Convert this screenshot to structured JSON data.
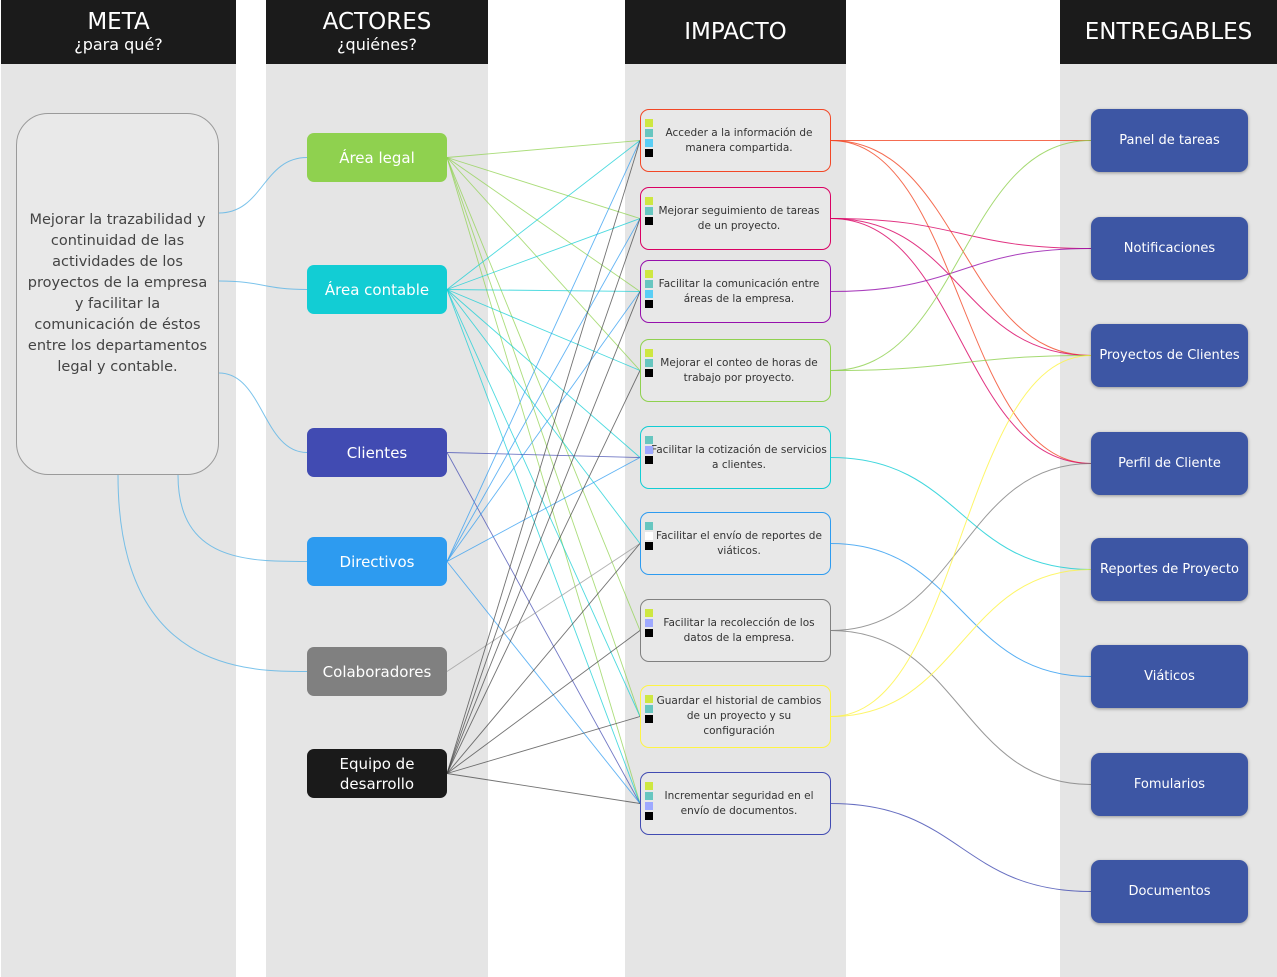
{
  "columns": {
    "meta": {
      "title": "META",
      "subtitle": "¿para qué?"
    },
    "actores": {
      "title": "ACTORES",
      "subtitle": "¿quiénes?"
    },
    "impacto": {
      "title": "IMPACTO"
    },
    "entregables": {
      "title": "ENTREGABLES"
    }
  },
  "goal": {
    "text": "Mejorar la trazabilidad y continuidad de las actividades de los proyectos de la empresa y facilitar la comunicación de éstos entre los departamentos legal y contable."
  },
  "actors": [
    {
      "id": "legal",
      "label": "Área legal",
      "color": "#8fd14f"
    },
    {
      "id": "contable",
      "label": "Área contable",
      "color": "#12cdd4"
    },
    {
      "id": "clientes",
      "label": "Clientes",
      "color": "#414bb2"
    },
    {
      "id": "directivos",
      "label": "Directivos",
      "color": "#2d9bf0"
    },
    {
      "id": "colaboradores",
      "label": "Colaboradores",
      "color": "#808080"
    },
    {
      "id": "equipo",
      "label": "Equipo de desarrollo",
      "color": "#1a1a1a"
    }
  ],
  "impacts": [
    {
      "text": "Acceder a la información de manera compartida.",
      "border": "#f24726",
      "marks": [
        "#cee741",
        "#67c6c0",
        "#5acef5",
        "#000000"
      ]
    },
    {
      "text": "Mejorar seguimiento de tareas de un proyecto.",
      "border": "#da0063",
      "marks": [
        "#cee741",
        "#67c6c0",
        "#000000"
      ]
    },
    {
      "text": "Facilitar la comunicación entre áreas de la empresa.",
      "border": "#9510ac",
      "marks": [
        "#cee741",
        "#67c6c0",
        "#5acef5",
        "#000000"
      ]
    },
    {
      "text": "Mejorar el conteo de horas de trabajo por proyecto.",
      "border": "#8fd14f",
      "marks": [
        "#cee741",
        "#67c6c0",
        "#000000"
      ]
    },
    {
      "text": "Facilitar la cotización de servicios a clientes.",
      "border": "#12cdd4",
      "marks": [
        "#67c6c0",
        "#9ea9ff",
        "#000000"
      ]
    },
    {
      "text": "Facilitar el envío de reportes de viáticos.",
      "border": "#2d9bf0",
      "marks": [
        "#67c6c0",
        "#ffffff",
        "#000000"
      ]
    },
    {
      "text": "Facilitar la recolección de los datos de la empresa.",
      "border": "#808080",
      "marks": [
        "#cee741",
        "#9ea9ff",
        "#000000"
      ]
    },
    {
      "text": "Guardar el historial de cambios de un proyecto y su configuración",
      "border": "#fef445",
      "marks": [
        "#cee741",
        "#67c6c0",
        "#000000"
      ]
    },
    {
      "text": "Incrementar seguridad en el envío de documentos.",
      "border": "#414bb2",
      "marks": [
        "#cee741",
        "#67c6c0",
        "#9ea9ff",
        "#000000"
      ]
    }
  ],
  "deliverables": [
    {
      "label": "Panel de tareas"
    },
    {
      "label": "Notificaciones"
    },
    {
      "label": "Proyectos de Clientes"
    },
    {
      "label": "Perfil de Cliente"
    },
    {
      "label": "Reportes de Proyecto"
    },
    {
      "label": "Viáticos"
    },
    {
      "label": "Fomularios"
    },
    {
      "label": "Documentos"
    }
  ],
  "goal_links": [
    {
      "actor": 0,
      "color": "#5ab4e6"
    },
    {
      "actor": 1,
      "color": "#5ab4e6"
    },
    {
      "actor": 2,
      "color": "#5ab4e6"
    },
    {
      "actor": 3,
      "color": "#5ab4e6"
    },
    {
      "actor": 4,
      "color": "#5ab4e6"
    }
  ],
  "actor_links": [
    {
      "actor": 0,
      "impacts": [
        0,
        1,
        2,
        3,
        6,
        7,
        8
      ],
      "color": "#8fd14f"
    },
    {
      "actor": 1,
      "impacts": [
        0,
        1,
        2,
        3,
        4,
        5,
        7,
        8
      ],
      "color": "#12cdd4"
    },
    {
      "actor": 2,
      "impacts": [
        4,
        8
      ],
      "color": "#414bb2"
    },
    {
      "actor": 3,
      "impacts": [
        0,
        1,
        2,
        4,
        8
      ],
      "color": "#2d9bf0"
    },
    {
      "actor": 4,
      "impacts": [
        5
      ],
      "color": "#9a9a9a"
    },
    {
      "actor": 5,
      "impacts": [
        0,
        1,
        2,
        3,
        5,
        6,
        7,
        8
      ],
      "color": "#444444"
    }
  ],
  "impact_links": [
    {
      "impact": 0,
      "deliverables": [
        0,
        2,
        3
      ],
      "color": "#f24726"
    },
    {
      "impact": 1,
      "deliverables": [
        1,
        2,
        3
      ],
      "color": "#da0063"
    },
    {
      "impact": 2,
      "deliverables": [
        1
      ],
      "color": "#9510ac"
    },
    {
      "impact": 3,
      "deliverables": [
        0,
        2
      ],
      "color": "#8fd14f"
    },
    {
      "impact": 4,
      "deliverables": [
        4
      ],
      "color": "#12cdd4"
    },
    {
      "impact": 5,
      "deliverables": [
        5
      ],
      "color": "#2d9bf0"
    },
    {
      "impact": 6,
      "deliverables": [
        3,
        6
      ],
      "color": "#808080"
    },
    {
      "impact": 7,
      "deliverables": [
        2,
        4
      ],
      "color": "#fef445"
    },
    {
      "impact": 8,
      "deliverables": [
        7
      ],
      "color": "#414bb2"
    }
  ]
}
